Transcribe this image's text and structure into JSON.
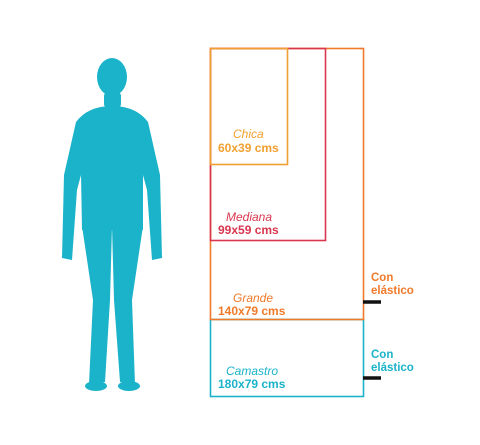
{
  "figure": {
    "name": "human-figure",
    "color": "#1bb3c9"
  },
  "sizes": [
    {
      "key": "chica",
      "name": "Chica",
      "dims": "60x39 cms",
      "color": "#f0a030"
    },
    {
      "key": "mediana",
      "name": "Mediana",
      "dims": "99x59 cms",
      "color": "#d9364f"
    },
    {
      "key": "grande",
      "name": "Grande",
      "dims": "140x79 cms",
      "color": "#f07a2a"
    },
    {
      "key": "camastro",
      "name": "Camastro",
      "dims": "180x79 cms",
      "color": "#1bb3c9"
    }
  ],
  "notes": [
    {
      "key": "grande",
      "text_line1": "Con",
      "text_line2": "elástico",
      "color": "#f07a2a"
    },
    {
      "key": "camastro",
      "text_line1": "Con",
      "text_line2": "elástico",
      "color": "#1bb3c9"
    }
  ],
  "tick_color": "#111111"
}
